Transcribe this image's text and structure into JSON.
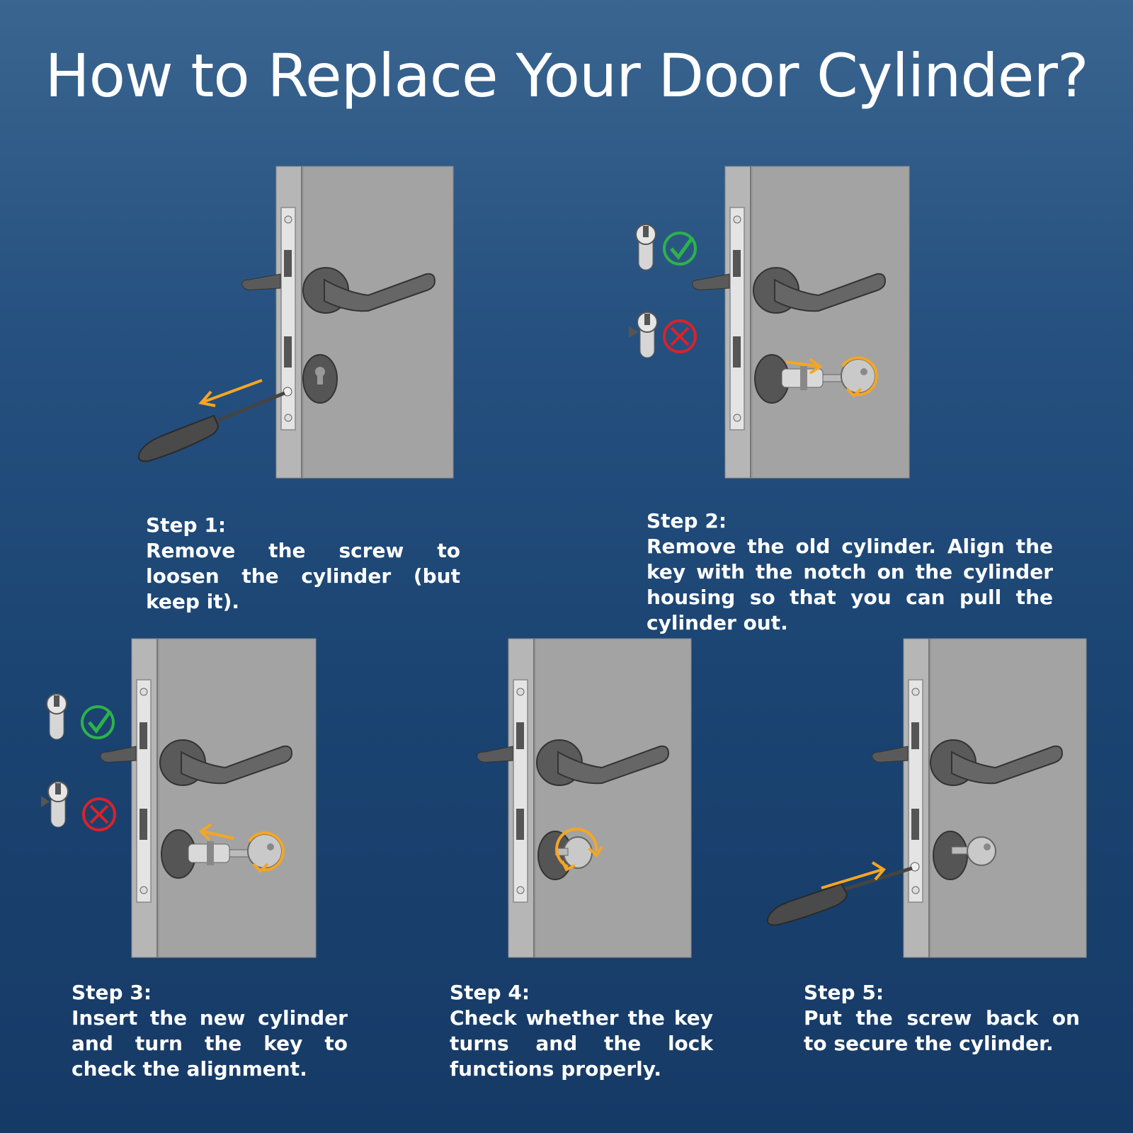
{
  "title": "How to Replace Your Door Cylinder?",
  "colors": {
    "door": "#a3a3a3",
    "door_edge": "#b6b6b6",
    "handle": "#5a5a5a",
    "arrow": "#f5a623",
    "ok": "#2db24a",
    "bad": "#d8232a",
    "background_top": "#3a6590",
    "background_bottom": "#163a66"
  },
  "steps": [
    {
      "label": "Step 1:",
      "text": "Remove the screw to loosen the cylinder (but keep it).",
      "icons": [
        "door-icon",
        "lever-handle-icon",
        "screwdriver-icon",
        "arrow-left-icon"
      ]
    },
    {
      "label": "Step 2:",
      "text": "Remove the old cylinder. Align the key with the notch on the cylinder housing so that you can pull the cylinder out.",
      "icons": [
        "door-icon",
        "lever-handle-icon",
        "cylinder-icon",
        "key-icon",
        "check-icon",
        "cross-icon"
      ]
    },
    {
      "label": "Step 3:",
      "text": "Insert the new cylinder and turn the key to check the alignment.",
      "icons": [
        "door-icon",
        "lever-handle-icon",
        "cylinder-icon",
        "key-icon",
        "check-icon",
        "cross-icon"
      ]
    },
    {
      "label": "Step 4:",
      "text": "Check whether the key turns and the lock functions properly.",
      "icons": [
        "door-icon",
        "lever-handle-icon",
        "key-icon",
        "rotate-arrow-icon"
      ]
    },
    {
      "label": "Step 5:",
      "text": "Put the screw back on to secure the cylinder.",
      "icons": [
        "door-icon",
        "lever-handle-icon",
        "screwdriver-icon",
        "arrow-right-icon"
      ]
    }
  ]
}
